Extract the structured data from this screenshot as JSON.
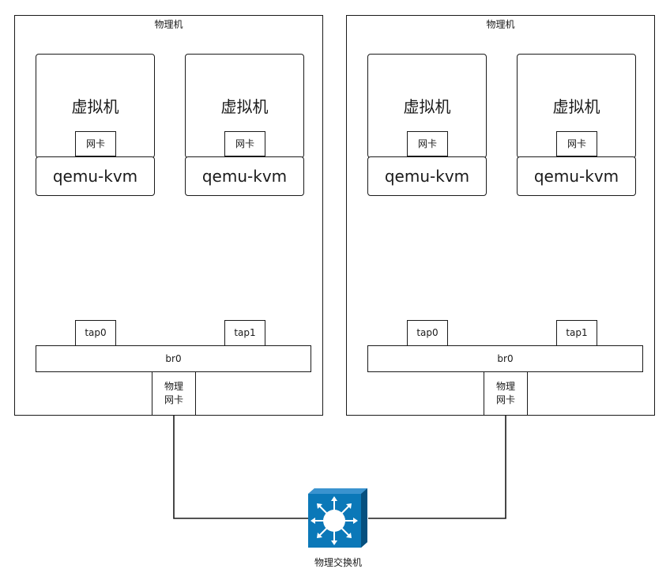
{
  "hosts": [
    {
      "label": "物理机",
      "vms": [
        {
          "label": "虚拟机",
          "nic": "网卡",
          "process": "qemu-kvm",
          "tap": "tap0"
        },
        {
          "label": "虚拟机",
          "nic": "网卡",
          "process": "qemu-kvm",
          "tap": "tap1"
        }
      ],
      "bridge": "br0",
      "phys_nic": "物理\n网卡"
    },
    {
      "label": "物理机",
      "vms": [
        {
          "label": "虚拟机",
          "nic": "网卡",
          "process": "qemu-kvm",
          "tap": "tap0"
        },
        {
          "label": "虚拟机",
          "nic": "网卡",
          "process": "qemu-kvm",
          "tap": "tap1"
        }
      ],
      "bridge": "br0",
      "phys_nic": "物理\n网卡"
    }
  ],
  "switch": {
    "label": "物理交换机",
    "icon": "network-switch-icon",
    "color": "#0b78b8"
  }
}
